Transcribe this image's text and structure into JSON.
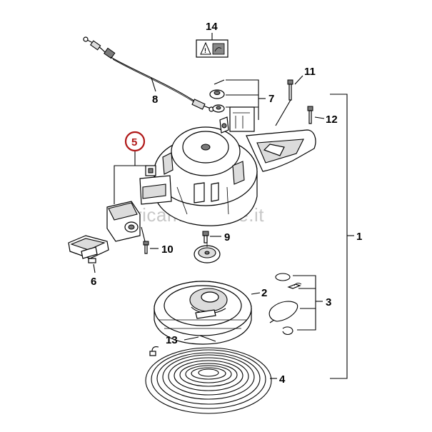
{
  "watermark": "ricambibasile.it",
  "highlighted_part": "5",
  "callouts": {
    "p1": "1",
    "p2": "2",
    "p3": "3",
    "p4": "4",
    "p5": "5",
    "p6": "6",
    "p7": "7",
    "p8": "8",
    "p9": "9",
    "p10": "10",
    "p11": "11",
    "p12": "12",
    "p13": "13",
    "p14": "14"
  },
  "colors": {
    "highlight_circle": "#b01818",
    "watermark": "#c8c8c8",
    "lines": "#000000"
  }
}
